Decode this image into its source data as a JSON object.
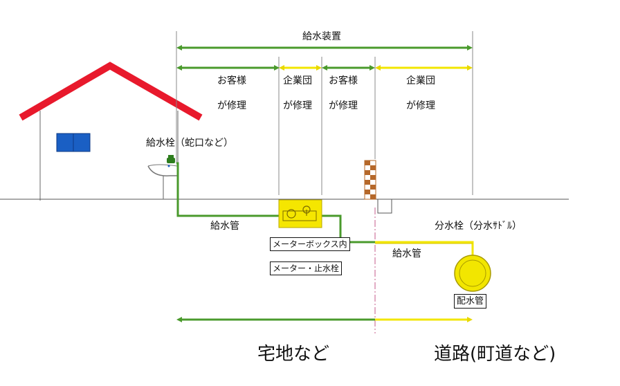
{
  "title": "給水装置",
  "segments": [
    {
      "line1": "お客様",
      "line2": "が修理"
    },
    {
      "line1": "企業団",
      "line2": "が修理"
    },
    {
      "line1": "お客様",
      "line2": "が修理"
    },
    {
      "line1": "企業団",
      "line2": "が修理"
    }
  ],
  "labels": {
    "faucet": "給水栓（蛇口など）",
    "pipe_private": "給水管",
    "meter_box": "メーターボックス内",
    "meter_valve": "メーター・止水栓",
    "branch_valve": "分水栓（分水ｻﾄﾞﾙ）",
    "pipe_public": "給水管",
    "main_pipe": "配水管",
    "area_private": "宅地など",
    "area_public": "道路(町道など)"
  },
  "colors": {
    "customer": "#4a9a2c",
    "company": "#f2e600",
    "roof": "#e8192c",
    "window": "#1a5fc4",
    "brick": "#b5682a",
    "boundary": "#c45a8a"
  }
}
